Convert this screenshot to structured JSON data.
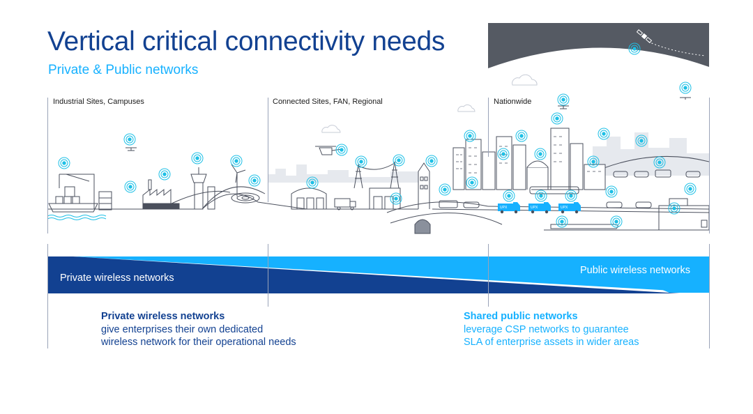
{
  "header": {
    "title": "Vertical critical connectivity needs",
    "subtitle": "Private & Public networks"
  },
  "zones": [
    {
      "label": "Industrial Sites, Campuses"
    },
    {
      "label": "Connected Sites, FAN, Regional"
    },
    {
      "label": "Nationwide"
    }
  ],
  "bands": {
    "private_label": "Private wireless networks",
    "public_label": "Public wireless networks"
  },
  "descriptions": {
    "private": {
      "heading": "Private wireless networks",
      "line1": "give enterprises their own dedicated",
      "line2": "wireless network for their operational needs"
    },
    "public": {
      "heading": "Shared public networks",
      "line1": "leverage CSP networks to guarantee",
      "line2": "SLA of enterprise assets in wider areas"
    }
  },
  "vehicles": {
    "van_label": "UPX"
  },
  "colors": {
    "dark_blue": "#124191",
    "light_blue": "#16b1ff",
    "line": "#4a4f5c",
    "signal": "#1ec0e6"
  }
}
